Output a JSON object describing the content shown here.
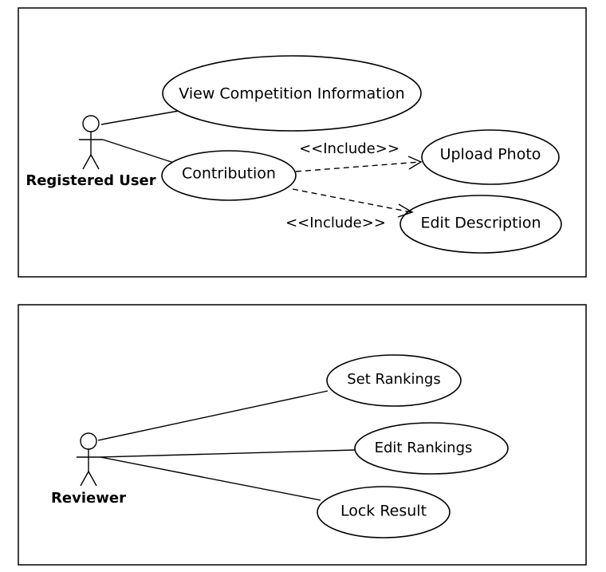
{
  "diagram_top": {
    "actor": {
      "label": "Registered User"
    },
    "use_cases": {
      "view_competition": "View Competition Information",
      "contribution": "Contribution",
      "upload_photo": "Upload Photo",
      "edit_description": "Edit Description"
    },
    "relations": {
      "include_upload": "<<Include>>",
      "include_edit": "<<Include>>"
    }
  },
  "diagram_bottom": {
    "actor": {
      "label": "Reviewer"
    },
    "use_cases": {
      "set_rankings": "Set Rankings",
      "edit_rankings": "Edit Rankings",
      "lock_result": "Lock Result"
    }
  }
}
